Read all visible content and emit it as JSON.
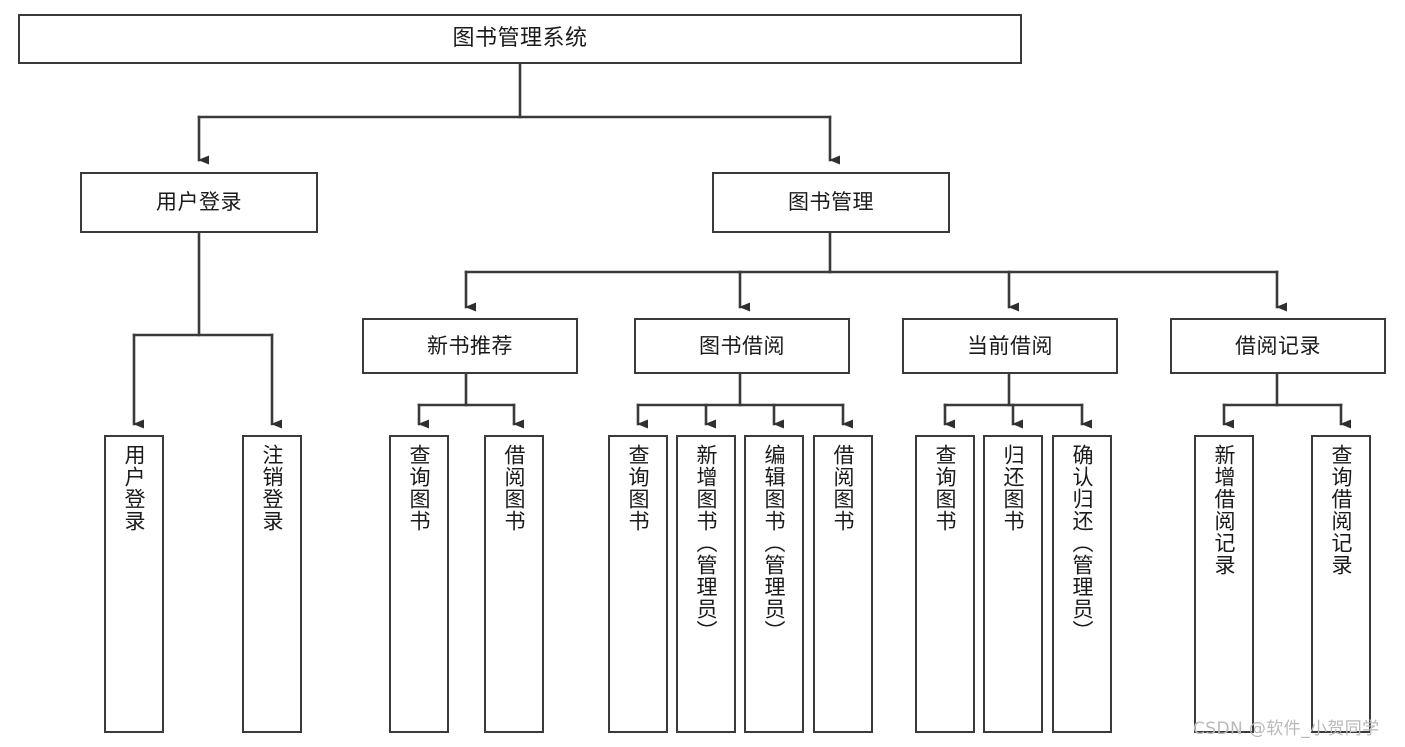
{
  "diagram": {
    "type": "tree-hierarchy-chart",
    "title": "图书管理系统",
    "background_color": "#ffffff",
    "line_color": "#3a3a3a",
    "text_color": "#1a1a1a"
  },
  "nodes": {
    "root": {
      "label": "图书管理系统"
    },
    "level2": [
      {
        "id": "user-login",
        "label": "用户登录"
      },
      {
        "id": "book-management",
        "label": "图书管理"
      }
    ],
    "level3": [
      {
        "id": "new-book-recommend",
        "label": "新书推荐"
      },
      {
        "id": "book-borrow",
        "label": "图书借阅"
      },
      {
        "id": "current-borrow",
        "label": "当前借阅"
      },
      {
        "id": "borrow-record",
        "label": "借阅记录"
      }
    ],
    "leaves": {
      "user_login": [
        {
          "id": "leaf-user-login",
          "label": "用户登录"
        },
        {
          "id": "leaf-user-logout",
          "label": "注销登录"
        }
      ],
      "new_book_recommend": [
        {
          "id": "leaf-query-book-1",
          "label": "查询图书"
        },
        {
          "id": "leaf-borrow-book-1",
          "label": "借阅图书"
        }
      ],
      "book_borrow": [
        {
          "id": "leaf-query-book-2",
          "label": "查询图书"
        },
        {
          "id": "leaf-add-book",
          "label": "新增图书（管理员）"
        },
        {
          "id": "leaf-edit-book",
          "label": "编辑图书（管理员）"
        },
        {
          "id": "leaf-borrow-book-2",
          "label": "借阅图书"
        }
      ],
      "current_borrow": [
        {
          "id": "leaf-query-book-3",
          "label": "查询图书"
        },
        {
          "id": "leaf-return-book",
          "label": "归还图书"
        },
        {
          "id": "leaf-confirm-return",
          "label": "确认归还（管理员）"
        }
      ],
      "borrow_record": [
        {
          "id": "leaf-add-record",
          "label": "新增借阅记录"
        },
        {
          "id": "leaf-query-record",
          "label": "查询借阅记录"
        }
      ]
    }
  },
  "watermark": {
    "text": "CSDN @软件_小贺同学"
  }
}
